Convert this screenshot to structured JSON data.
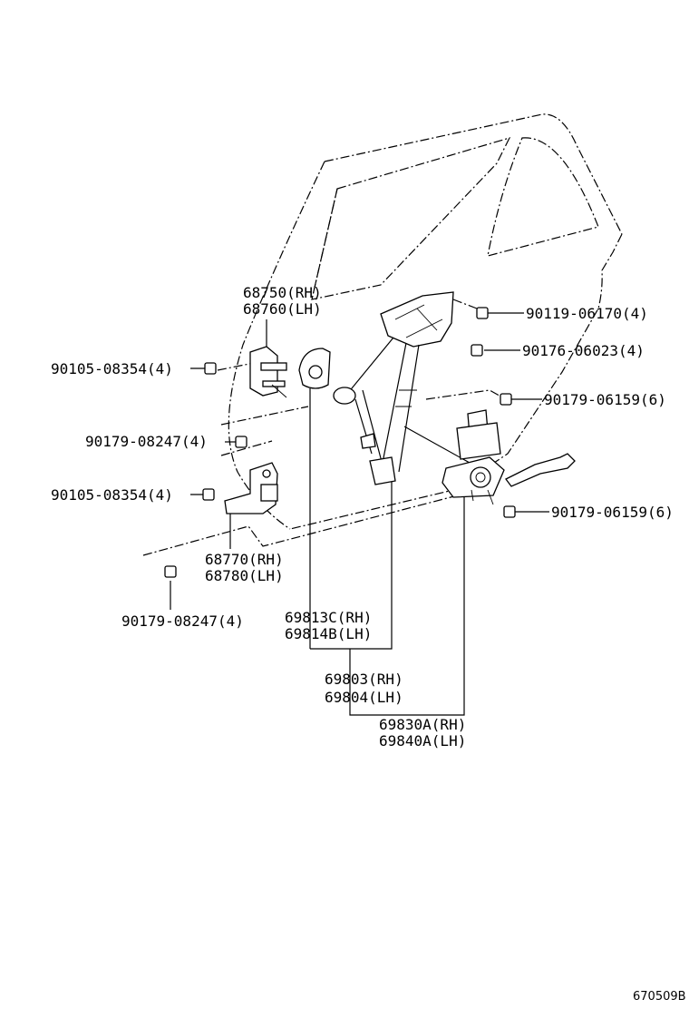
{
  "parts": {
    "hinge_upper_rh": "68750(RH)",
    "hinge_upper_lh": "68760(LH)",
    "hinge_lower_rh": "68770(RH)",
    "hinge_lower_lh": "68780(LH)",
    "bolt_hinge_upper": "90105-08354(4)",
    "bolt_hinge_lower": "90105-08354(4)",
    "nut_hinge_upper": "90179-08247(4)",
    "nut_hinge_lower": "90179-08247(4)",
    "bolt_regulator": "90119-06170(4)",
    "nut_regulator_a": "90176-06023(4)",
    "nut_regulator_b": "90179-06159(6)",
    "nut_motor": "90179-06159(6)",
    "cover_rh": "69813C(RH)",
    "cover_lh": "69814B(LH)",
    "regulator_rh": "69803(RH)",
    "regulator_lh": "69804(LH)",
    "motor_rh": "69830A(RH)",
    "motor_lh": "69840A(LH)"
  },
  "diagram_code": "670509B"
}
